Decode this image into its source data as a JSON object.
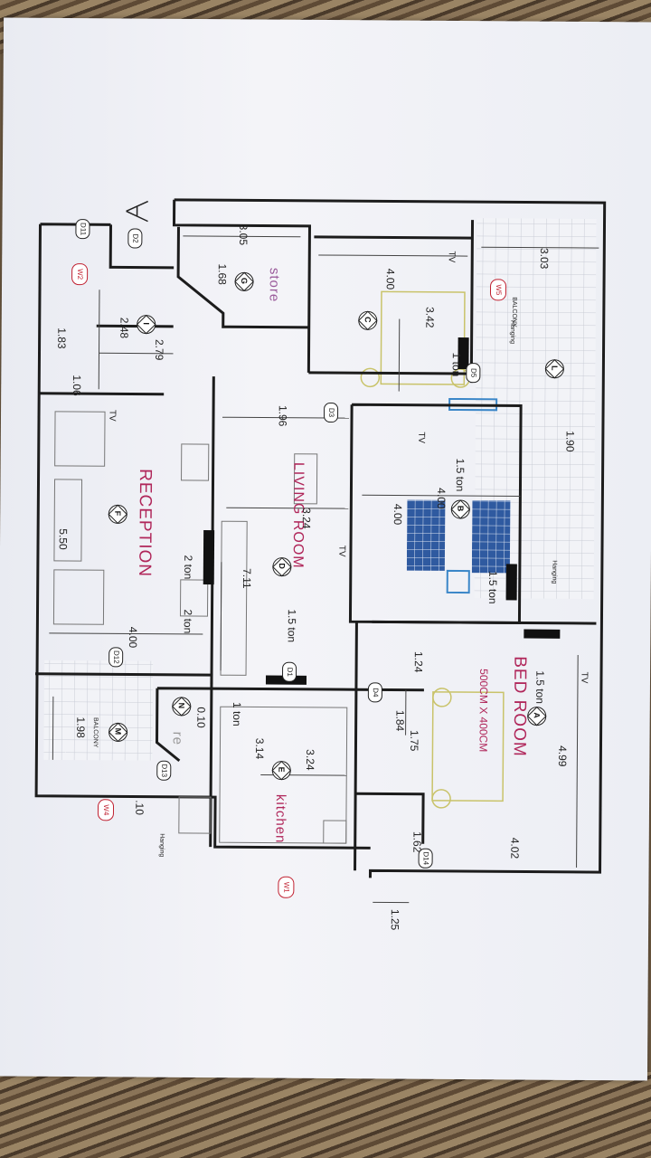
{
  "rooms": {
    "reception": "RECEPTION",
    "living_room": "LIVING ROOM",
    "bed_room": "BED ROOM",
    "bed_room_size": "500CM X 400CM",
    "kitchen": "kitchen",
    "store": "store",
    "store2": "re",
    "balcony_a": "BALCONY",
    "balcony_b": "BALCONY"
  },
  "dims": {
    "d305": "3.05",
    "d168": "1.68",
    "d400a": "4.00",
    "d303": "3.03",
    "d342": "3.42",
    "d248": "2.48",
    "d279": "2.79",
    "d183": "1.83",
    "d106": "1.06",
    "d196": "1.96",
    "d190": "1.90",
    "d400b": "4.00",
    "d400c": "4.00",
    "d324a": "3.24",
    "d711": "7.11",
    "d550": "5.50",
    "d400d": "4.00",
    "d124": "1.24",
    "d184": "1.84",
    "d175": "1.75",
    "d499": "4.99",
    "d162": "1.62",
    "d402": "4.02",
    "d125": "1.25",
    "d314": "3.14",
    "d324b": "3.24",
    "d010": "0.10",
    "d198": "1.98",
    "d10": ".10"
  },
  "ac": {
    "t1": "1 ton",
    "t2": "1.5 ton",
    "t3": "1.5 ton",
    "t4": "1.5 ton",
    "t5": "1.5 ton",
    "t6": "2 ton",
    "t7": "2 ton",
    "t8": "1 ton"
  },
  "tv": {
    "a": "TV",
    "b": "TV",
    "c": "TV",
    "d": "TV",
    "e": "TV"
  },
  "misc": {
    "hanging1": "Hanging",
    "hanging2": "Hanging",
    "hanging3": "Hanging"
  },
  "tags": [
    "A",
    "B",
    "C",
    "D",
    "E",
    "F",
    "G",
    "I",
    "L",
    "M",
    "N"
  ],
  "doors": [
    "D1",
    "D2",
    "D3",
    "D4",
    "D5",
    "D11",
    "D12",
    "D13",
    "D14"
  ],
  "windows": [
    "W1",
    "W2",
    "W4",
    "W5"
  ],
  "colors": {
    "room_label": "#b0265a",
    "wall": "#1c1c1c",
    "tile": "#c9ccd6",
    "bed_blue": "#2f5aa0",
    "window_red": "#c02030"
  }
}
